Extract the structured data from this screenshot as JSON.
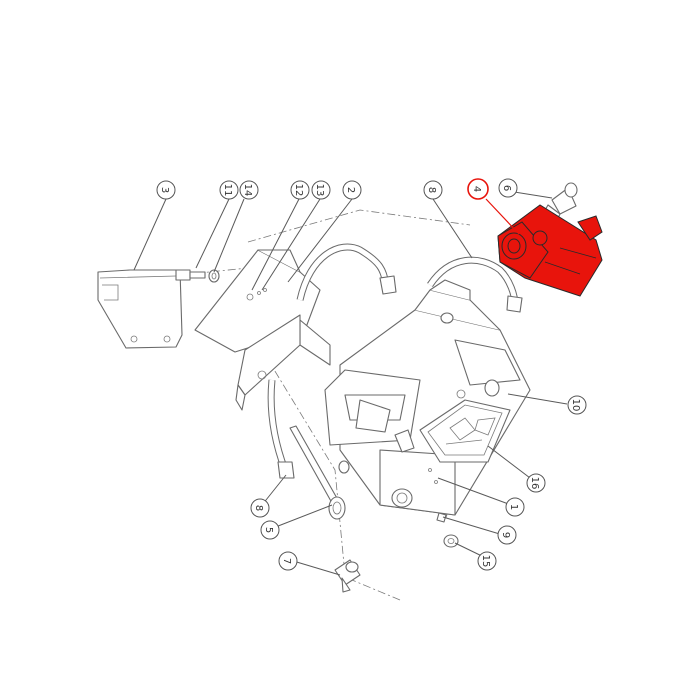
{
  "colors": {
    "highlight_part": "#e8140c",
    "highlight_circle": "#e8140c",
    "line": "#5a5a5a"
  },
  "callouts": [
    {
      "id": "3",
      "label": "3"
    },
    {
      "id": "11",
      "label": "11"
    },
    {
      "id": "14",
      "label": "14"
    },
    {
      "id": "12",
      "label": "12"
    },
    {
      "id": "13",
      "label": "13"
    },
    {
      "id": "2",
      "label": "2"
    },
    {
      "id": "8-top",
      "label": "8"
    },
    {
      "id": "4",
      "label": "4",
      "highlighted": true
    },
    {
      "id": "6",
      "label": "6"
    },
    {
      "id": "10",
      "label": "10"
    },
    {
      "id": "16",
      "label": "16"
    },
    {
      "id": "1",
      "label": "1"
    },
    {
      "id": "9",
      "label": "9"
    },
    {
      "id": "15",
      "label": "15"
    },
    {
      "id": "8-bottom",
      "label": "8"
    },
    {
      "id": "5",
      "label": "5"
    },
    {
      "id": "7",
      "label": "7"
    }
  ]
}
